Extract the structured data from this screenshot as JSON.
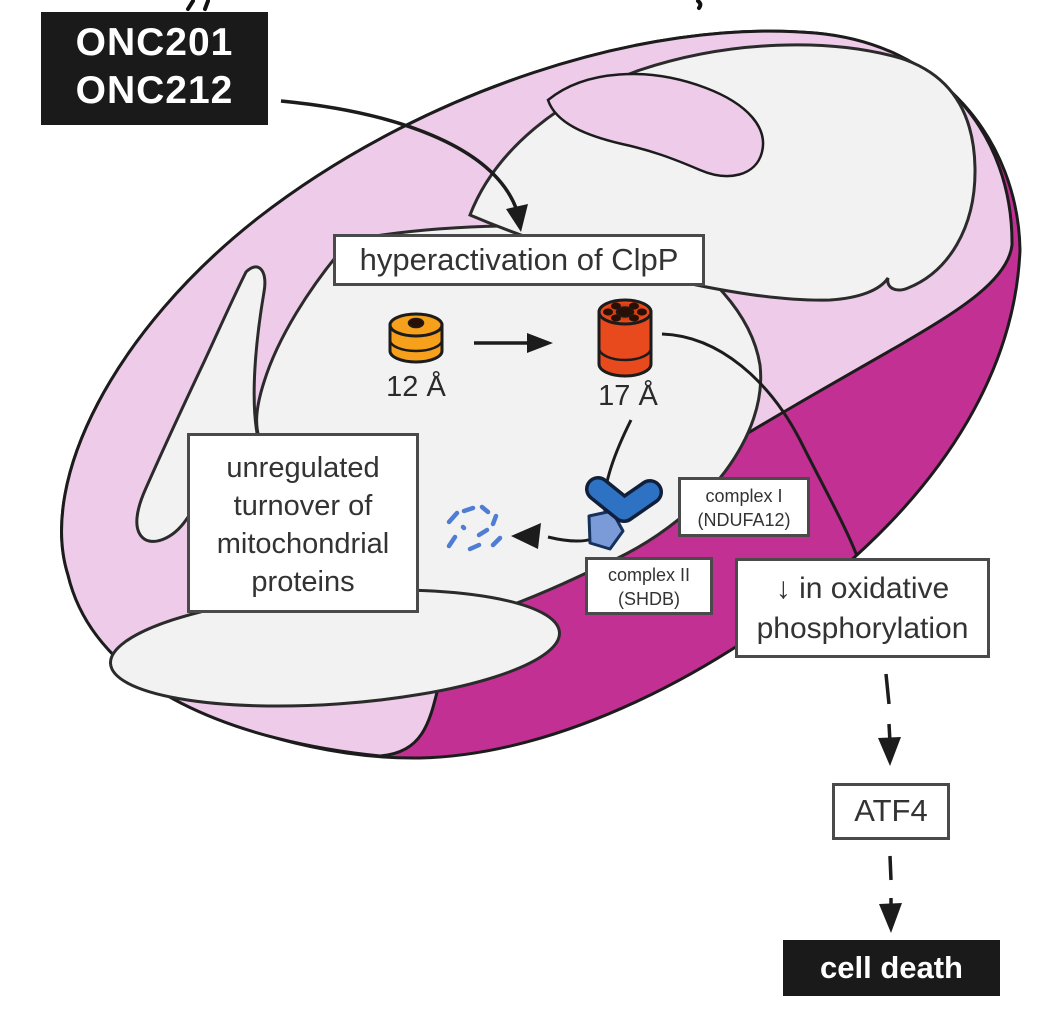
{
  "diagram": {
    "drugs": {
      "line1": "ONC201",
      "line2": "ONC212"
    },
    "steps": {
      "hyperactivation": "hyperactivation of ClpP",
      "unregulated_turnover": "unregulated turnover of mitochondrial proteins",
      "oxidative_phosphorylation": "↓ in oxidative phosphorylation",
      "atf4": "ATF4",
      "cell_death": "cell death"
    },
    "clpp": {
      "closed_pore_label": "12 Å",
      "open_pore_label": "17 Å"
    },
    "complexes": {
      "complex1_name": "complex I",
      "complex1_subunit": "(NDUFA12)",
      "complex2_name": "complex II",
      "complex2_subunit": "(SHDB)"
    },
    "icons": {
      "clpp_closed": "orange cylinder, closed 12 Å pore",
      "clpp_open": "red cylinder, open 17 Å gear-like pore",
      "complex_proteins": "blue protein shapes at inner membrane",
      "degraded_fragments": "scattered blue peptide fragments"
    },
    "colors": {
      "outer_membrane_pink": "#edcbe9",
      "membrane_depth_magenta": "#c23093",
      "matrix_fill": "#f3f2f3",
      "clpp_closed_orange": "#f6a01b",
      "clpp_open_red": "#e8491d",
      "clpp_detail_dark": "#2a1004",
      "complex_dark_blue": "#2e72c4",
      "complex_light_blue": "#7b9bd8",
      "fragment_blue": "#4f7dd4",
      "outline_dark": "#1c1c1c",
      "box_border_grey": "#4a4a4a",
      "label_bg_black": "#1a1a1a",
      "text_dark": "#333333"
    }
  }
}
